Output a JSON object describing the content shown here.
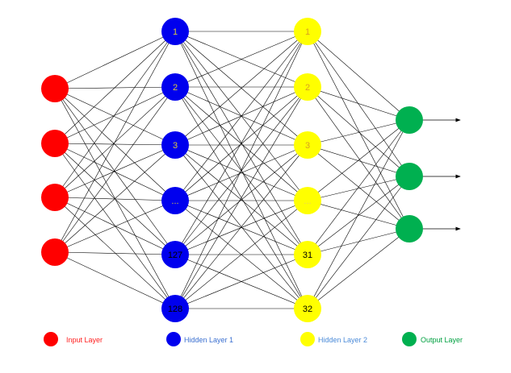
{
  "colors": {
    "input": "#ff0000",
    "hidden1": "#0000ee",
    "hidden2": "#ffff00",
    "output": "#00b050",
    "edge": "#000000",
    "input_label": "#ff2020",
    "hidden1_label": "#3a6fd0",
    "hidden2_label": "#4a8ad8",
    "output_label": "#00a040"
  },
  "layers": [
    {
      "key": "input",
      "labels": [
        "",
        "",
        "",
        ""
      ]
    },
    {
      "key": "hidden1",
      "labels": [
        "1",
        "2",
        "3",
        "...",
        "127",
        "128"
      ]
    },
    {
      "key": "hidden2",
      "labels": [
        "1",
        "2",
        "3",
        "...",
        "31",
        "32"
      ]
    },
    {
      "key": "output",
      "labels": [
        "",
        "",
        ""
      ]
    }
  ],
  "legend": {
    "input": "Input Layer",
    "hidden1": "Hidden Layer 1",
    "hidden2": "Hidden Layer 2",
    "output": "Output Layer"
  }
}
